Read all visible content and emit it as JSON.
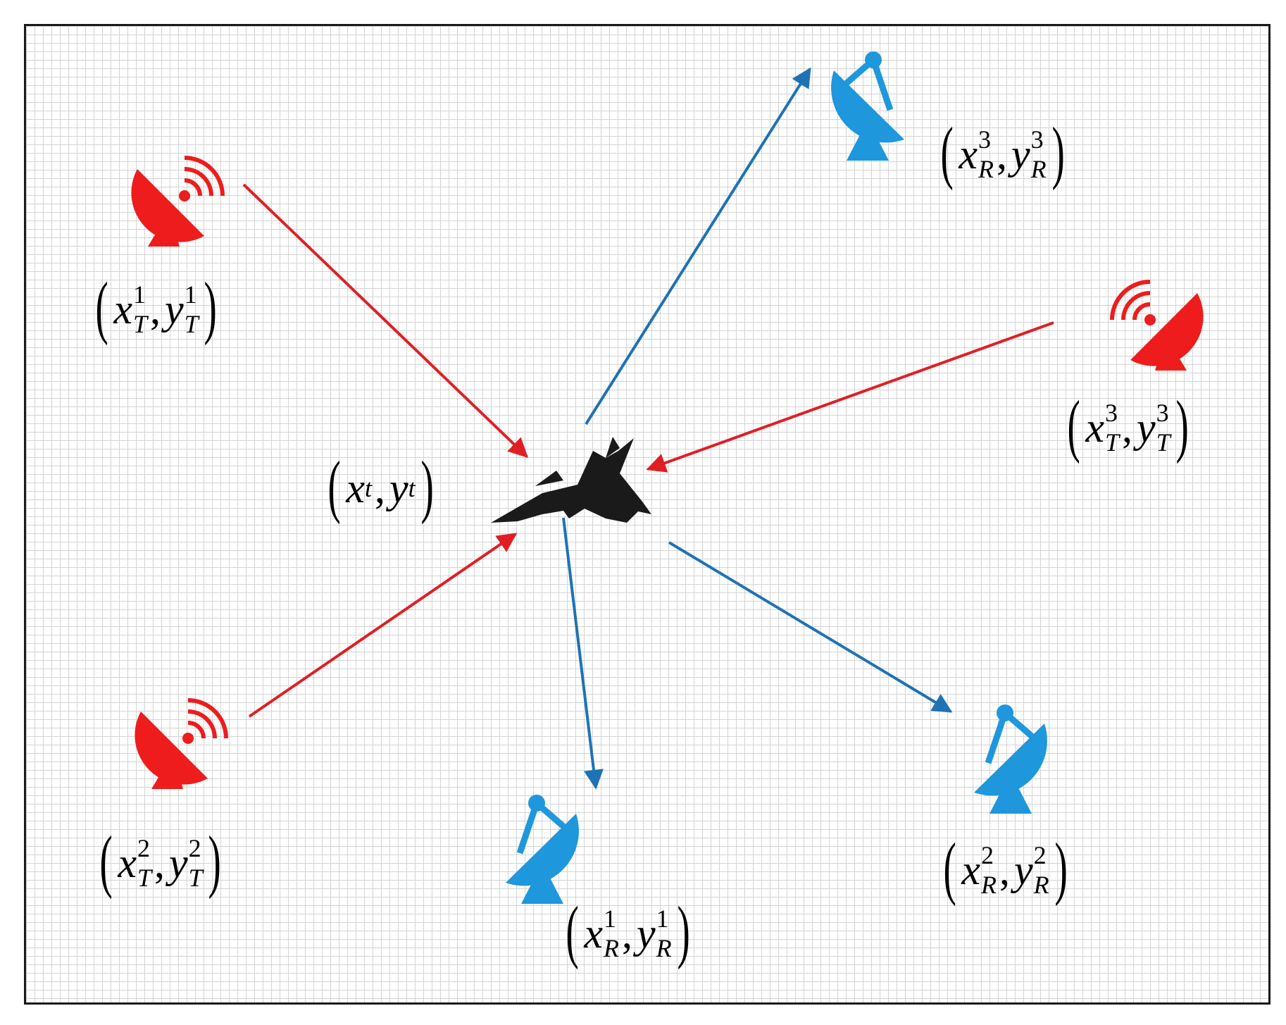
{
  "colors": {
    "transmitter": "#ee1c1c",
    "receiver": "#1f97dc",
    "tx_signal_line": "#e01f25",
    "rx_signal_line": "#1f72b4",
    "target": "#1a1a1a",
    "grid": "#d4d4d4"
  },
  "icons": {
    "transmitter": "radar-transmitter-icon",
    "receiver": "satellite-dish-receiver-icon",
    "target": "fighter-jet-icon"
  },
  "target": {
    "x": "x",
    "x_sub": "t",
    "y": "y",
    "y_sub": "t"
  },
  "transmitters": [
    {
      "x": "x",
      "y": "y",
      "sub": "T",
      "sup": "1"
    },
    {
      "x": "x",
      "y": "y",
      "sub": "T",
      "sup": "2"
    },
    {
      "x": "x",
      "y": "y",
      "sub": "T",
      "sup": "3"
    }
  ],
  "receivers": [
    {
      "x": "x",
      "y": "y",
      "sub": "R",
      "sup": "1"
    },
    {
      "x": "x",
      "y": "y",
      "sub": "R",
      "sup": "2"
    },
    {
      "x": "x",
      "y": "y",
      "sub": "R",
      "sup": "3"
    }
  ]
}
